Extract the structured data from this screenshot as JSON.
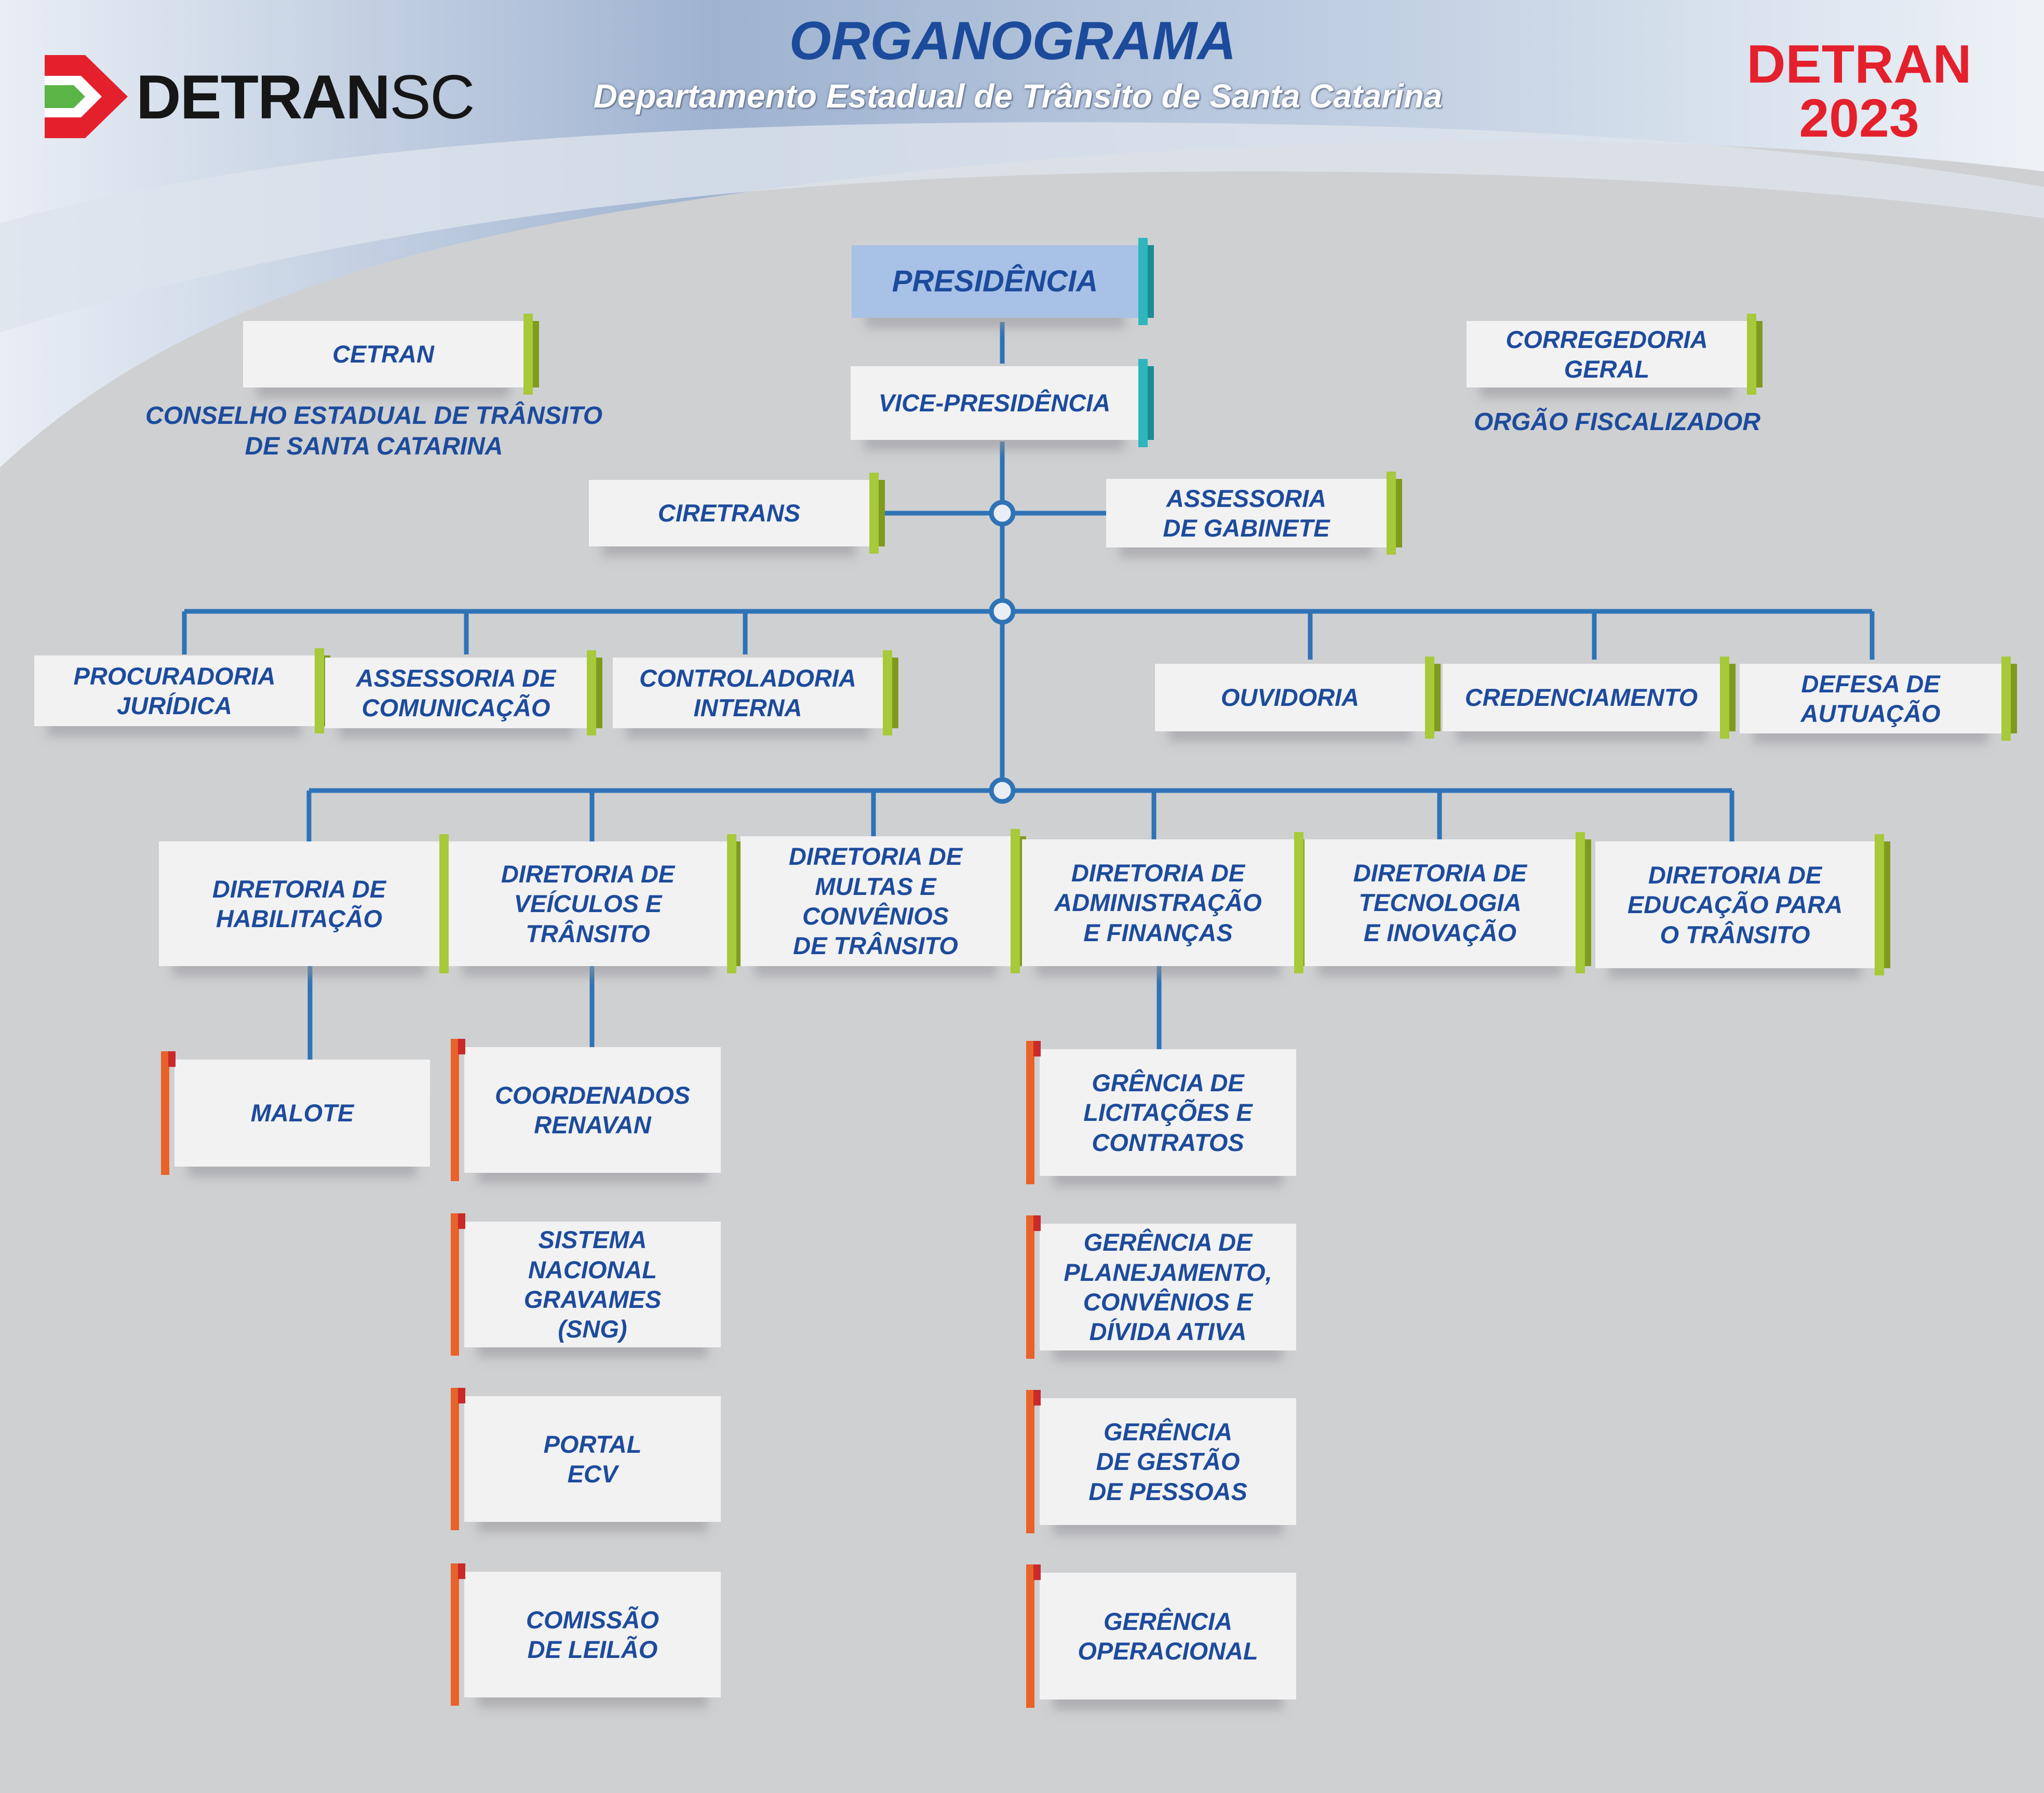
{
  "header": {
    "title": "ORGANOGRAMA",
    "subtitle": "Departamento Estadual de Trânsito de Santa Catarina",
    "year_label": "DETRAN\n2023",
    "logo": {
      "bold": "DETRAN",
      "light": "SC"
    }
  },
  "colors": {
    "primary_text": "#1d4b9c",
    "accent_green": "#a7c93a",
    "accent_teal": "#2fb6bc",
    "accent_orange": "#e8622a",
    "accent_red": "#e4202c",
    "connector": "#2f73b7"
  },
  "top": {
    "presidencia": "PRESIDÊNCIA",
    "vice": "VICE-PRESIDÊNCIA",
    "cetran": "CETRAN",
    "cetran_desc": "CONSELHO ESTADUAL DE TRÂNSITO\nDE SANTA CATARINA",
    "corregedoria": "CORREGEDORIA\nGERAL",
    "corregedoria_desc": "ORGÃO FISCALIZADOR",
    "ciretrans": "CIRETRANS",
    "assessoria_gabinete": "ASSESSORIA\nDE GABINETE"
  },
  "staff": [
    "PROCURADORIA\nJURÍDICA",
    "ASSESSORIA DE\nCOMUNICAÇÃO",
    "CONTROLADORIA\nINTERNA",
    "OUVIDORIA",
    "CREDENCIAMENTO",
    "DEFESA DE\nAUTUAÇÃO"
  ],
  "diretorias": [
    "DIRETORIA DE\nHABILITAÇÃO",
    "DIRETORIA DE\nVEÍCULOS E\nTRÂNSITO",
    "DIRETORIA DE\nMULTAS E\nCONVÊNIOS\nDE TRÂNSITO",
    "DIRETORIA DE\nADMINISTRAÇÃO\nE  FINANÇAS",
    "DIRETORIA DE\nTECNOLOGIA\nE INOVAÇÃO",
    "DIRETORIA DE\nEDUCAÇÃO PARA\nO TRÂNSITO"
  ],
  "habilitacao_units": [
    "MALOTE"
  ],
  "veiculos_units": [
    "COORDENADOS\nRENAVAN",
    "SISTEMA\nNACIONAL\nGRAVAMES\n(SNG)",
    "PORTAL\nECV",
    "COMISSÃO\nDE LEILÃO"
  ],
  "financas_units": [
    "GRÊNCIA DE\nLICITAÇÕES E\nCONTRATOS",
    "GERÊNCIA DE\nPLANEJAMENTO,\nCONVÊNIOS E\nDÍVIDA ATIVA",
    "GERÊNCIA\nDE GESTÃO\nDE PESSOAS",
    "GERÊNCIA\nOPERACIONAL"
  ]
}
